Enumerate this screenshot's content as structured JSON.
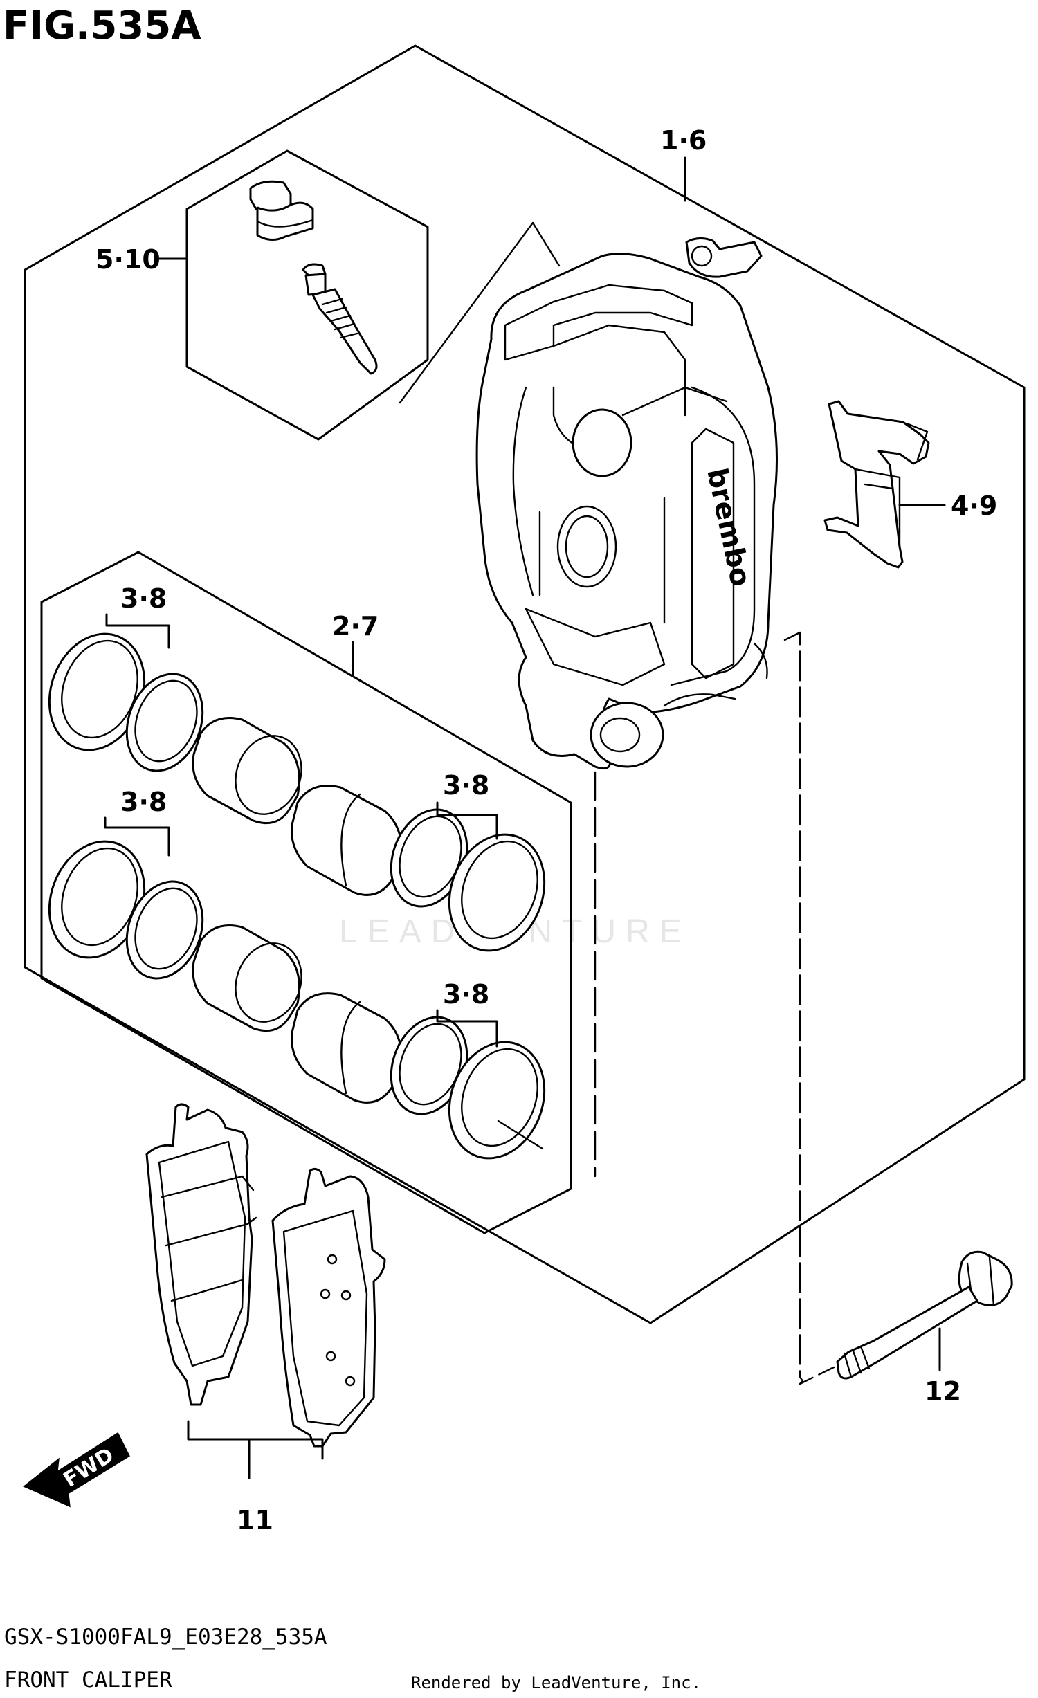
{
  "figure": {
    "title": "FIG.535A",
    "model_code": "GSX-S1000FAL9_E03E28_535A",
    "caption": "FRONT CALIPER",
    "credit": "Rendered by LeadVenture, Inc."
  },
  "watermark": "LEADVENTURE",
  "caliper_brand": "brembo",
  "direction_arrow": "FWD",
  "callouts": {
    "caliper_assy": "1·6",
    "bleeder_kit": "5·10",
    "pad_spring": "4·9",
    "piston_set": "2·7",
    "seal_upper_left": "3·8",
    "seal_lower_left": "3·8",
    "seal_upper_right": "3·8",
    "seal_lower_right": "3·8",
    "pad_set": "11",
    "mounting_bolt": "12"
  }
}
